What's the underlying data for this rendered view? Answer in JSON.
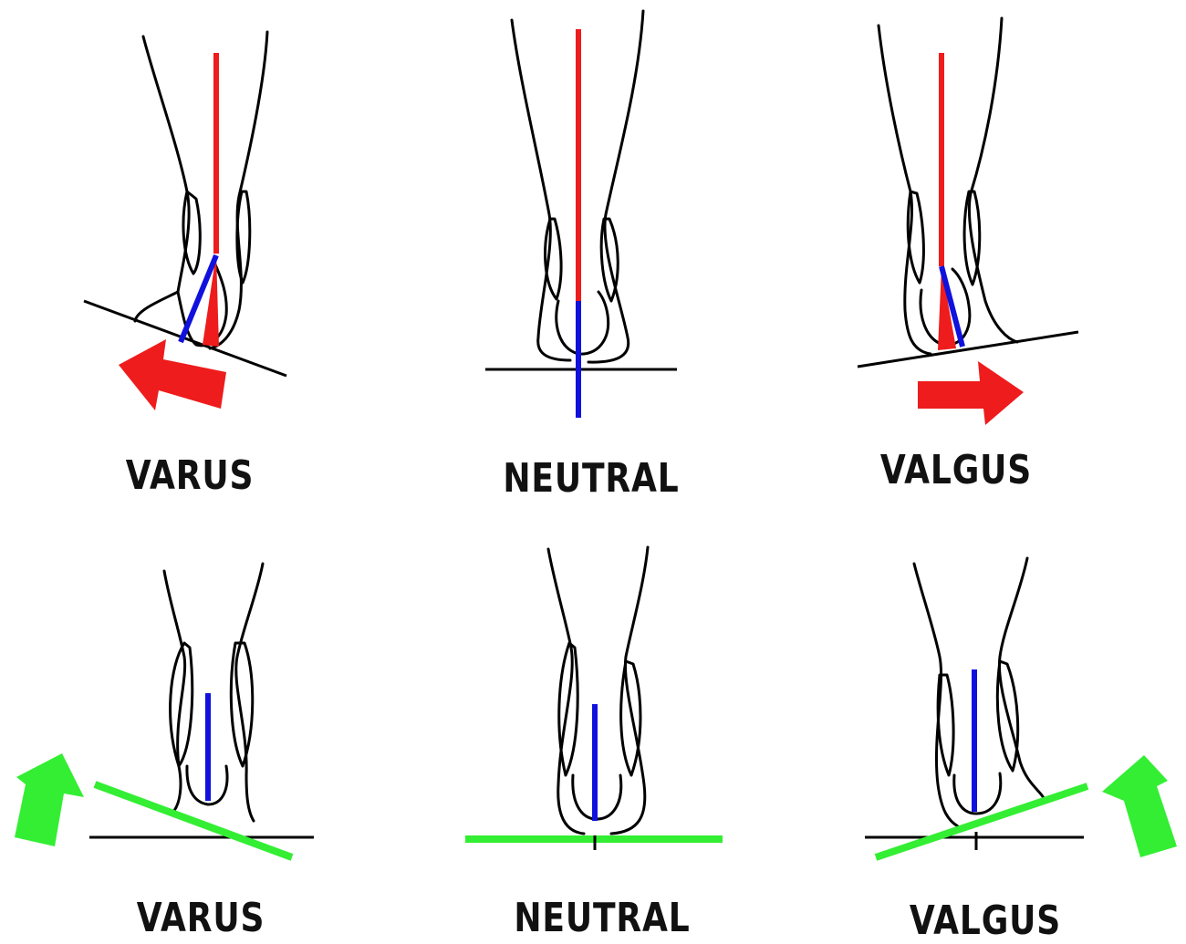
{
  "labels": {
    "top_left": "VARUS",
    "top_middle": "NEUTRAL",
    "top_right": "VALGUS",
    "bottom_left": "VARUS",
    "bottom_middle": "NEUTRAL",
    "bottom_right": "VALGUS"
  },
  "colors": {
    "leg_axis": "#ee1c1c",
    "heel_axis": "#1111dd",
    "correction_wedge": "#33ee33",
    "arrow_red": "#ee1c1c",
    "arrow_green": "#33ee33",
    "outline": "#000000"
  },
  "icons": {
    "top_left_arrow": "arrow-left-icon",
    "top_right_arrow": "arrow-right-icon",
    "bottom_left_arrow": "arrow-up-icon",
    "bottom_right_arrow": "arrow-up-icon"
  }
}
